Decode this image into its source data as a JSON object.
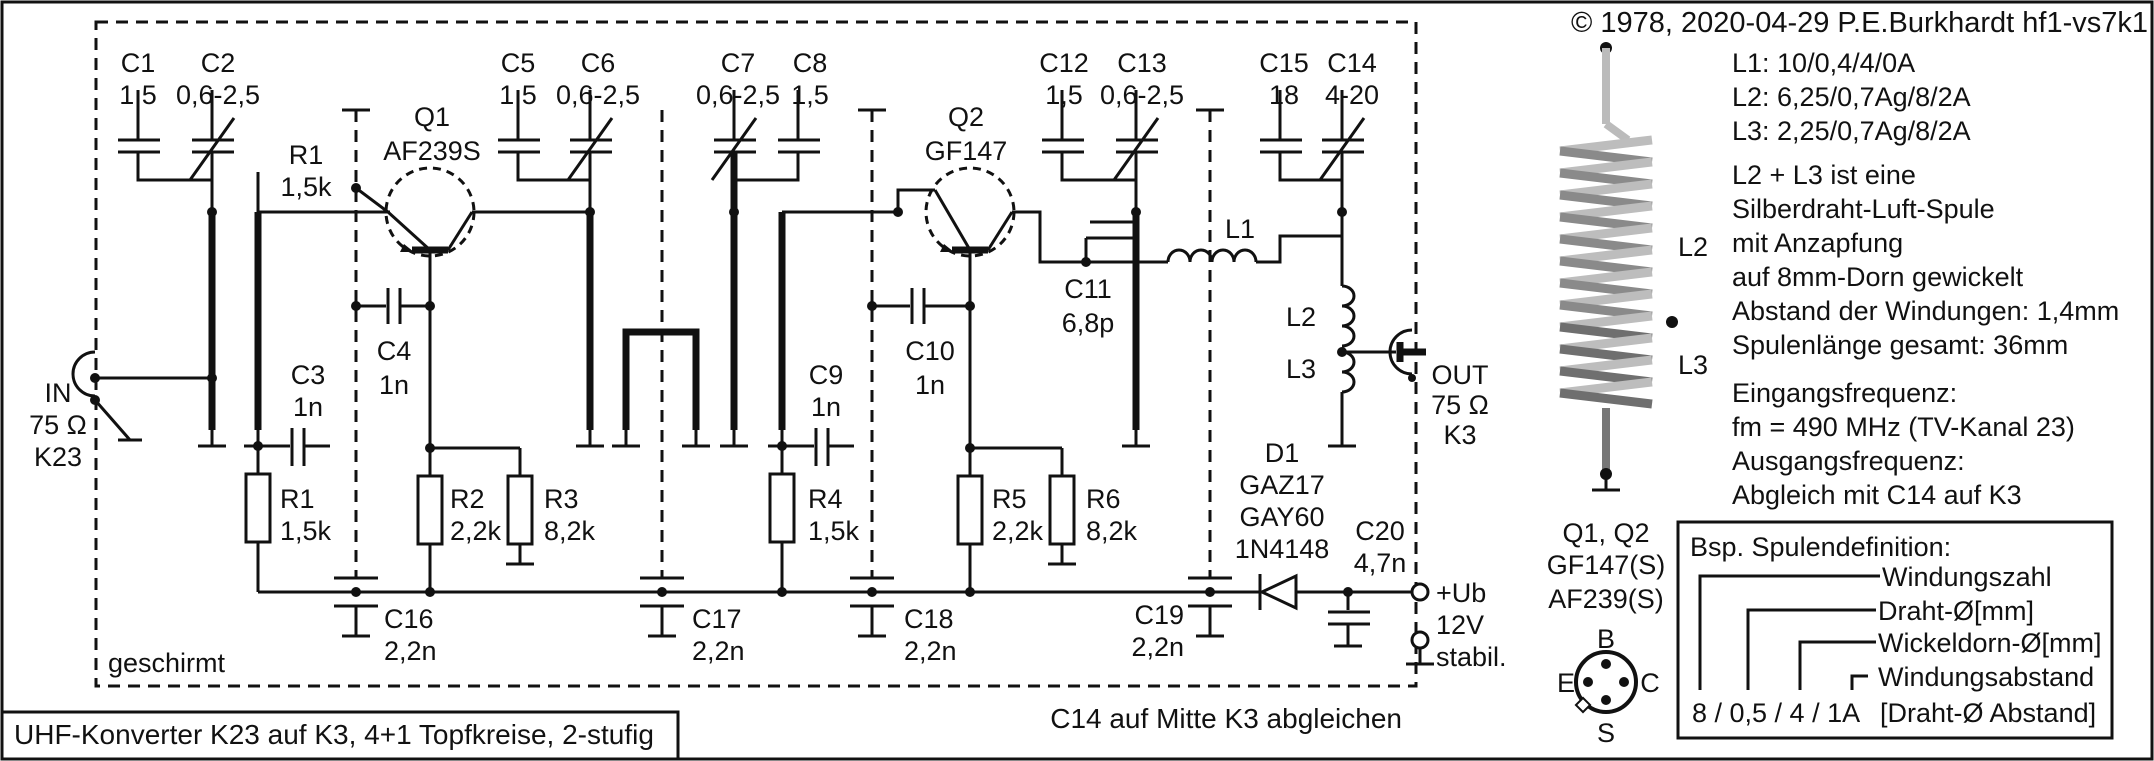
{
  "header": {
    "copyright": "© 1978, 2020-04-29 P.E.Burkhardt hf1-vs7k1"
  },
  "footer": {
    "title": "UHF-Konverter K23 auf K3, 4+1 Topfkreise, 2-stufig",
    "hint": "C14 auf Mitte K3 abgleichen"
  },
  "shield_label": "geschirmt",
  "input": {
    "lines": [
      "IN",
      "75 Ω",
      "K23"
    ]
  },
  "output": {
    "lines": [
      "OUT",
      "75 Ω",
      "K3"
    ]
  },
  "supply": {
    "lines": [
      "+Ub",
      "12V",
      "stabil."
    ]
  },
  "components": {
    "C1": {
      "name": "C1",
      "value": "1,5"
    },
    "C2": {
      "name": "C2",
      "value": "0,6-2,5"
    },
    "C3": {
      "name": "C3",
      "value": "1n"
    },
    "C4": {
      "name": "C4",
      "value": "1n"
    },
    "C5": {
      "name": "C5",
      "value": "1,5"
    },
    "C6": {
      "name": "C6",
      "value": "0,6-2,5"
    },
    "C7": {
      "name": "C7",
      "value": "0,6-2,5"
    },
    "C8": {
      "name": "C8",
      "value": "1,5"
    },
    "C9": {
      "name": "C9",
      "value": "1n"
    },
    "C10": {
      "name": "C10",
      "value": "1n"
    },
    "C11": {
      "name": "C11",
      "value": "6,8p"
    },
    "C12": {
      "name": "C12",
      "value": "1,5"
    },
    "C13": {
      "name": "C13",
      "value": "0,6-2,5"
    },
    "C14": {
      "name": "C14",
      "value": "4-20"
    },
    "C15": {
      "name": "C15",
      "value": "18"
    },
    "C16": {
      "name": "C16",
      "value": "2,2n"
    },
    "C17": {
      "name": "C17",
      "value": "2,2n"
    },
    "C18": {
      "name": "C18",
      "value": "2,2n"
    },
    "C19": {
      "name": "C19",
      "value": "2,2n"
    },
    "C20": {
      "name": "C20",
      "value": "4,7n"
    },
    "R1a": {
      "name": "R1",
      "value": "1,5k"
    },
    "R1b": {
      "name": "R1",
      "value": "1,5k"
    },
    "R2": {
      "name": "R2",
      "value": "2,2k"
    },
    "R3": {
      "name": "R3",
      "value": "8,2k"
    },
    "R4": {
      "name": "R4",
      "value": "1,5k"
    },
    "R5": {
      "name": "R5",
      "value": "2,2k"
    },
    "R6": {
      "name": "R6",
      "value": "8,2k"
    },
    "Q1": {
      "name": "Q1",
      "value": "AF239S"
    },
    "Q2": {
      "name": "Q2",
      "value": "GF147"
    },
    "L1": {
      "name": "L1"
    },
    "L2": {
      "name": "L2"
    },
    "L3": {
      "name": "L3"
    },
    "D1": {
      "name": "D1",
      "values": [
        "GAZ17",
        "GAY60",
        "1N4148"
      ]
    }
  },
  "coil_specs": [
    "L1: 10/0,4/4/0A",
    "L2: 6,25/0,7Ag/8/2A",
    "L3: 2,25/0,7Ag/8/2A"
  ],
  "coil_labels": {
    "l2": "L2",
    "l3": "L3"
  },
  "description": [
    "L2 + L3 ist eine",
    "Silberdraht-Luft-Spule",
    "mit Anzapfung",
    "auf 8mm-Dorn gewickelt",
    "Abstand der Windungen: 1,4mm",
    "Spulenlänge gesamt: 36mm"
  ],
  "frequency": [
    "Eingangsfrequenz:",
    "fm = 490 MHz (TV-Kanal 23)",
    "Ausgangsfrequenz:",
    "Abgleich mit C14 auf K3"
  ],
  "transistor_types": [
    "Q1, Q2",
    "GF147(S)",
    "AF239(S)"
  ],
  "pinout": {
    "b": "B",
    "e": "E",
    "c": "C",
    "s": "S"
  },
  "spule_def": {
    "title": "Bsp. Spulendefinition:",
    "windungszahl": "Windungszahl",
    "draht": "Draht-Ø[mm]",
    "wickeldorn": "Wickeldorn-Ø[mm]",
    "windungsabstand": "Windungsabstand",
    "example": "8 / 0,5 / 4 / 1A",
    "abstand": "[Draht-Ø Abstand]"
  }
}
